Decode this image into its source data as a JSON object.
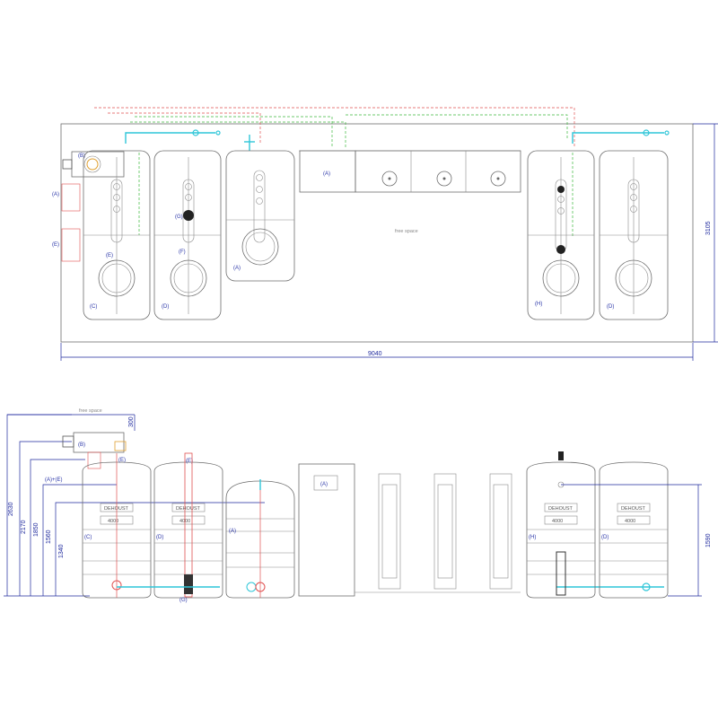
{
  "top_view": {
    "free_space_label": "free space",
    "width_dim": "9040",
    "height_dim": "3105",
    "tank_labels": [
      "(C)",
      "(D)",
      "(A)",
      "(H)",
      "(D)"
    ],
    "fitting_labels": [
      "(E)",
      "(G)",
      "(F)"
    ],
    "box_labels": [
      "(B)",
      "(A)"
    ],
    "side_labels": [
      "(A)",
      "(E)"
    ]
  },
  "side_view": {
    "free_space_label": "free space",
    "free_space_dim": "300",
    "dims_left": [
      "2630",
      "2170",
      "1850",
      "1560",
      "1340"
    ],
    "dim_right": "1590",
    "brand": "DEHOUST",
    "capacity": "4000",
    "tank_labels": [
      "(C)",
      "(D)",
      "(A)",
      "(H)",
      "(D)"
    ],
    "top_labels": [
      "(E)",
      "(E)"
    ],
    "bottom_label": "(G)",
    "box_labels": [
      "(B)",
      "(A)"
    ],
    "combo_label": "(A)+(E)"
  },
  "colors": {
    "outline": "#6e6e6e",
    "dimension": "#1f2a9e",
    "pipe": "#2fc6d8",
    "signal_red": "#e05050",
    "signal_green": "#3cb83c"
  }
}
